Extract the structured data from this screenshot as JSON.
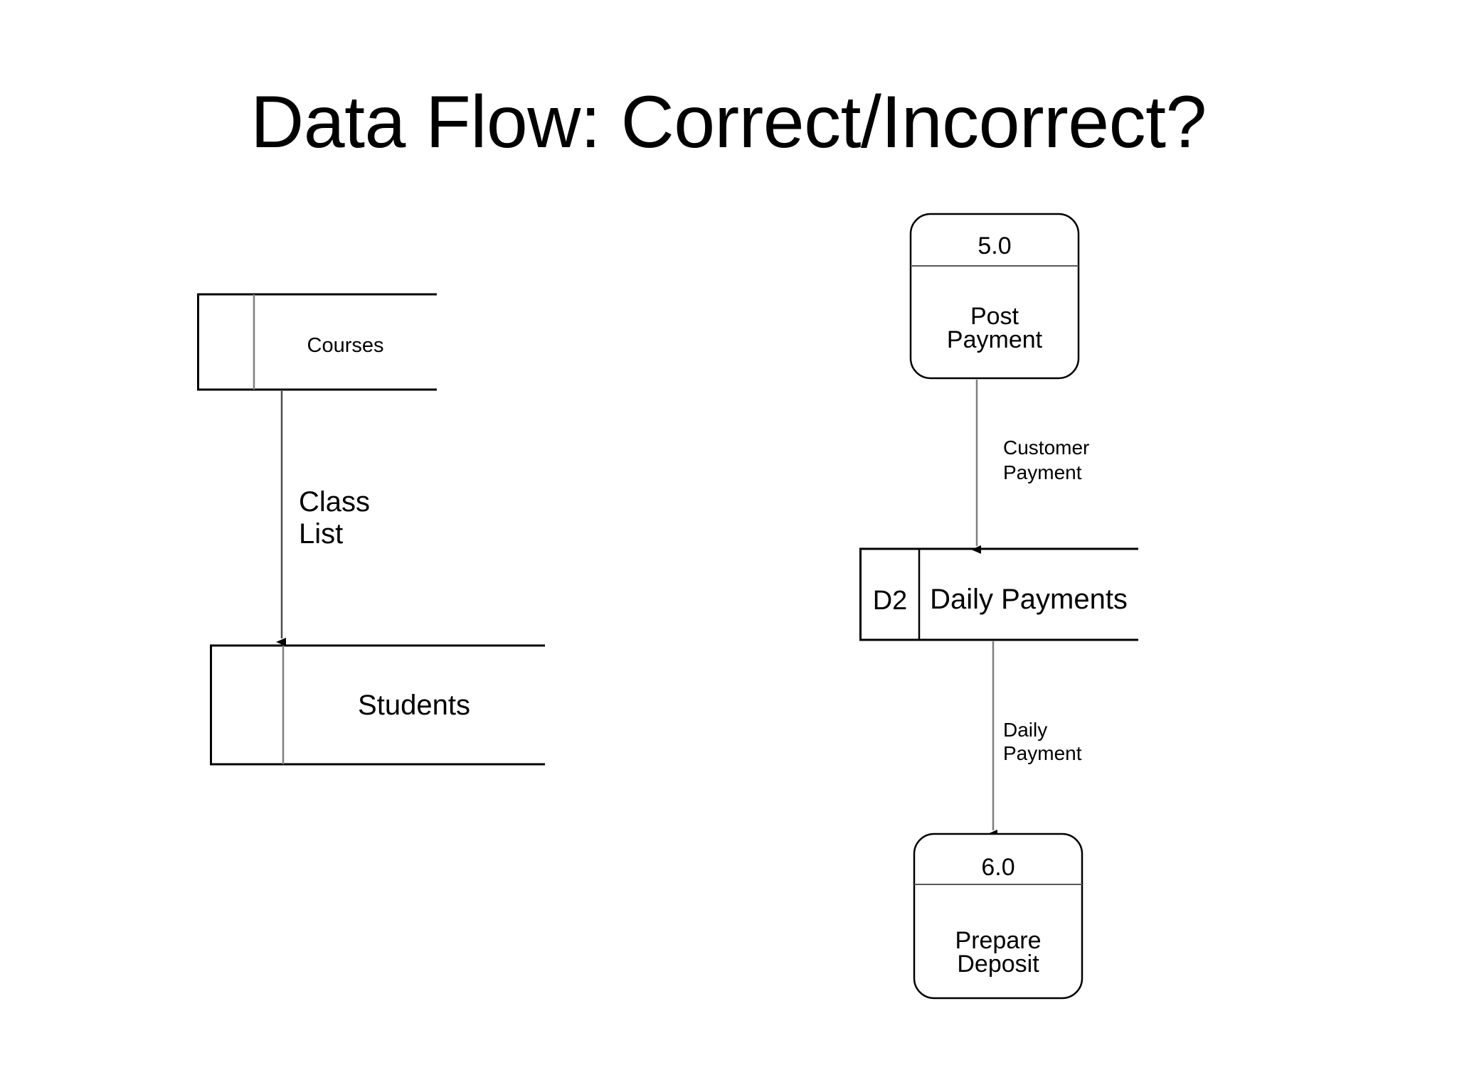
{
  "slide": {
    "title": "Data Flow: Correct/Incorrect?",
    "background_color": "#FFFFFF",
    "line_color": "#000000",
    "flow_line_color": "#7F7F7F",
    "text_color": "#000000"
  },
  "diagram": {
    "type": "data-flow-diagram",
    "left_group": {
      "data_stores": [
        {
          "id": "",
          "label": "Courses"
        },
        {
          "id": "",
          "label": "Students"
        }
      ],
      "flows": [
        {
          "label_line1": "Class",
          "label_line2": "List",
          "from": "Courses",
          "to": "Students",
          "direction": "down"
        }
      ]
    },
    "right_group": {
      "processes": [
        {
          "number": "5.0",
          "name_line1": "Post",
          "name_line2": "Payment"
        },
        {
          "number": "6.0",
          "name_line1": "Prepare",
          "name_line2": "Deposit"
        }
      ],
      "data_stores": [
        {
          "id": "D2",
          "label": "Daily Payments"
        }
      ],
      "flows": [
        {
          "label_line1": "Customer",
          "label_line2": "Payment",
          "from": "5.0 Post Payment",
          "to": "D2 Daily Payments",
          "direction": "down"
        },
        {
          "label_line1": "Daily",
          "label_line2": "Payment",
          "from": "D2 Daily Payments",
          "to": "6.0 Prepare Deposit",
          "direction": "down"
        }
      ]
    }
  }
}
